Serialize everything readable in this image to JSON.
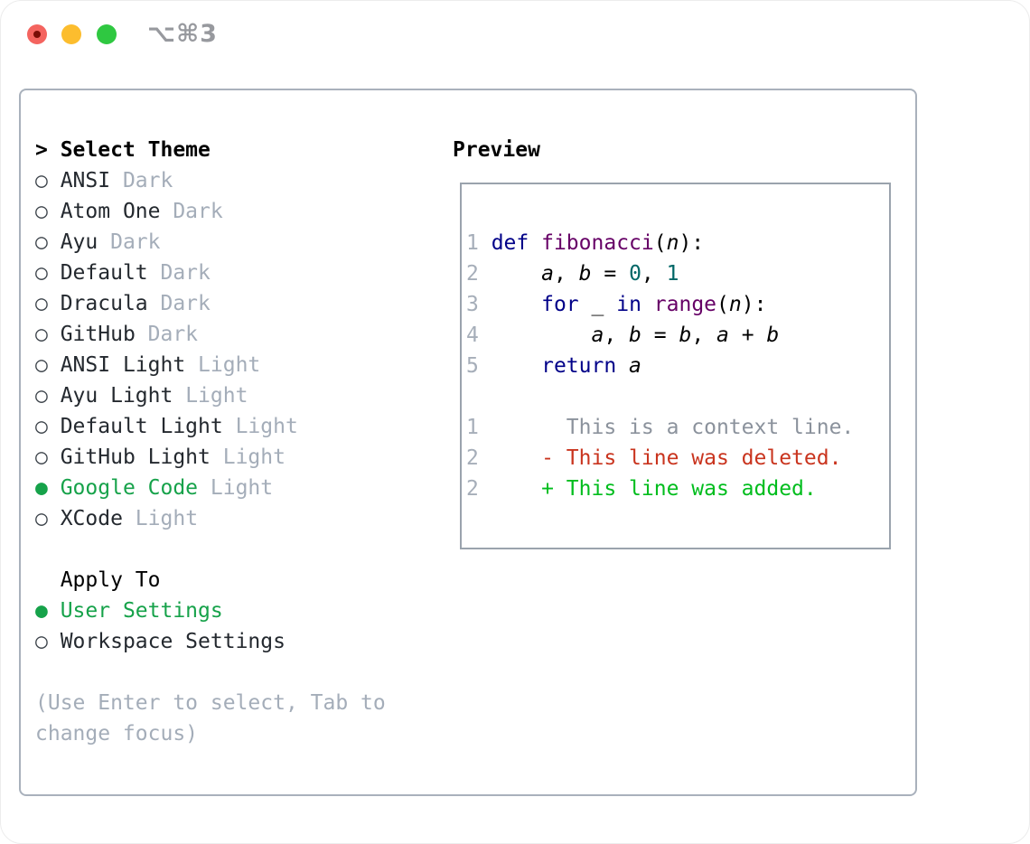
{
  "window": {
    "title": "⌥⌘3"
  },
  "colors": {
    "traffic_red": "#f4645f",
    "traffic_yellow": "#fcbd2e",
    "traffic_green": "#2fc841",
    "title_gray": "#97999e",
    "panel_border": "#a9b1bc",
    "preview_border": "#9aa3ad",
    "marker_dark": "#3e454c",
    "item_dark": "#24292f",
    "variant_gray": "#a4adb9",
    "help_gray": "#a4adb9",
    "selection_green": "#16a24a",
    "line_number_gray": "#a6aeb9",
    "keyword_blue": "#000088",
    "function_purple": "#660066",
    "literal_teal": "#006666",
    "plain_black": "#000000",
    "context_gray": "#8b929c",
    "deleted_red": "#c9341e",
    "added_green": "#00bd1d"
  },
  "theme_panel": {
    "select_prompt": "> ",
    "select_header": "Select Theme",
    "radio_glyph": "○",
    "radio_selected_glyph": "●",
    "themes": [
      {
        "name": "ANSI",
        "variant": "Dark",
        "selected": false
      },
      {
        "name": "Atom One",
        "variant": "Dark",
        "selected": false
      },
      {
        "name": "Ayu",
        "variant": "Dark",
        "selected": false
      },
      {
        "name": "Default",
        "variant": "Dark",
        "selected": false
      },
      {
        "name": "Dracula",
        "variant": "Dark",
        "selected": false
      },
      {
        "name": "GitHub",
        "variant": "Dark",
        "selected": false
      },
      {
        "name": "ANSI Light",
        "variant": "Light",
        "selected": false
      },
      {
        "name": "Ayu Light",
        "variant": "Light",
        "selected": false
      },
      {
        "name": "Default Light",
        "variant": "Light",
        "selected": false
      },
      {
        "name": "GitHub Light",
        "variant": "Light",
        "selected": false
      },
      {
        "name": "Google Code",
        "variant": "Light",
        "selected": true
      },
      {
        "name": "XCode",
        "variant": "Light",
        "selected": false
      }
    ],
    "apply_header": "Apply To",
    "apply_options": [
      {
        "name": "User Settings",
        "selected": true
      },
      {
        "name": "Workspace Settings",
        "selected": false
      }
    ],
    "help": "(Use Enter to select, Tab to\nchange focus)"
  },
  "preview": {
    "title": "Preview",
    "lines": [
      {
        "kind": "code",
        "segments": [
          {
            "t": "1 ",
            "c": "num"
          },
          {
            "t": "def",
            "c": "kw"
          },
          {
            "t": " ",
            "c": "pln"
          },
          {
            "t": "fibonacci",
            "c": "fn"
          },
          {
            "t": "(",
            "c": "pln"
          },
          {
            "t": "n",
            "c": "var"
          },
          {
            "t": "):",
            "c": "pln"
          }
        ]
      },
      {
        "kind": "code",
        "segments": [
          {
            "t": "2 ",
            "c": "num"
          },
          {
            "t": "    ",
            "c": "pln"
          },
          {
            "t": "a",
            "c": "var"
          },
          {
            "t": ", ",
            "c": "pln"
          },
          {
            "t": "b",
            "c": "var"
          },
          {
            "t": " = ",
            "c": "pln"
          },
          {
            "t": "0",
            "c": "lit"
          },
          {
            "t": ", ",
            "c": "pln"
          },
          {
            "t": "1",
            "c": "lit"
          }
        ]
      },
      {
        "kind": "code",
        "segments": [
          {
            "t": "3 ",
            "c": "num"
          },
          {
            "t": "    ",
            "c": "pln"
          },
          {
            "t": "for",
            "c": "kw"
          },
          {
            "t": " ",
            "c": "pln"
          },
          {
            "t": "_",
            "c": "var"
          },
          {
            "t": " ",
            "c": "pln"
          },
          {
            "t": "in",
            "c": "kw"
          },
          {
            "t": " ",
            "c": "pln"
          },
          {
            "t": "range",
            "c": "fn"
          },
          {
            "t": "(",
            "c": "pln"
          },
          {
            "t": "n",
            "c": "var"
          },
          {
            "t": "):",
            "c": "pln"
          }
        ]
      },
      {
        "kind": "code",
        "segments": [
          {
            "t": "4 ",
            "c": "num"
          },
          {
            "t": "        ",
            "c": "pln"
          },
          {
            "t": "a",
            "c": "var"
          },
          {
            "t": ", ",
            "c": "pln"
          },
          {
            "t": "b",
            "c": "var"
          },
          {
            "t": " = ",
            "c": "pln"
          },
          {
            "t": "b",
            "c": "var"
          },
          {
            "t": ", ",
            "c": "pln"
          },
          {
            "t": "a",
            "c": "var"
          },
          {
            "t": " + ",
            "c": "pln"
          },
          {
            "t": "b",
            "c": "var"
          }
        ]
      },
      {
        "kind": "code",
        "segments": [
          {
            "t": "5 ",
            "c": "num"
          },
          {
            "t": "    ",
            "c": "pln"
          },
          {
            "t": "return",
            "c": "kw"
          },
          {
            "t": " ",
            "c": "pln"
          },
          {
            "t": "a",
            "c": "var"
          }
        ]
      },
      {
        "kind": "blank",
        "segments": []
      },
      {
        "kind": "context-line",
        "segments": [
          {
            "t": "1",
            "c": "num"
          },
          {
            "t": "       ",
            "c": "pln"
          },
          {
            "t": "This is a context line.",
            "c": "ctx"
          }
        ]
      },
      {
        "kind": "deleted-line",
        "segments": [
          {
            "t": "2",
            "c": "num"
          },
          {
            "t": "     ",
            "c": "pln"
          },
          {
            "t": "- This line was deleted.",
            "c": "del"
          }
        ]
      },
      {
        "kind": "added-line",
        "segments": [
          {
            "t": "2",
            "c": "num"
          },
          {
            "t": "     ",
            "c": "pln"
          },
          {
            "t": "+ This line was added.",
            "c": "add"
          }
        ]
      }
    ]
  }
}
